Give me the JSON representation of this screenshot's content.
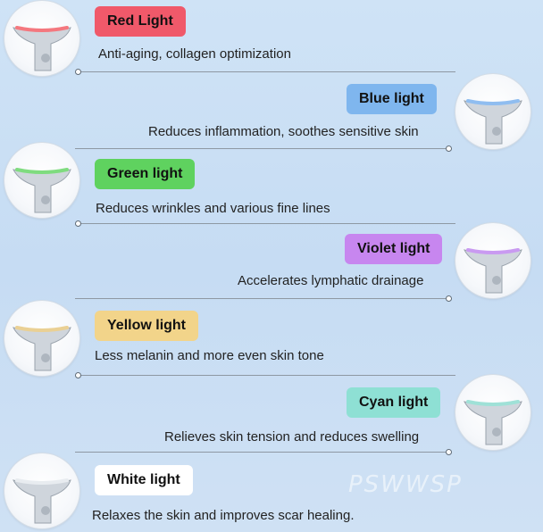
{
  "items": [
    {
      "label": "Red Light",
      "desc": "Anti-aging, collagen optimization",
      "color": "#f0596a",
      "glow": "#f4787f",
      "side": "left"
    },
    {
      "label": "Blue light",
      "desc": "Reduces inflammation, soothes sensitive skin",
      "color": "#7fb6ee",
      "glow": "#8fbdf0",
      "side": "right"
    },
    {
      "label": "Green light",
      "desc": "Reduces wrinkles and various fine lines",
      "color": "#5fd25f",
      "glow": "#7fdc7f",
      "side": "left"
    },
    {
      "label": "Violet light",
      "desc": "Accelerates lymphatic drainage",
      "color": "#c786ef",
      "glow": "#c99af1",
      "side": "right"
    },
    {
      "label": "Yellow light",
      "desc": "Less melanin and more even skin tone",
      "color": "#f2d48a",
      "glow": "#ead094",
      "side": "left"
    },
    {
      "label": "Cyan light",
      "desc": "Relieves skin tension and reduces swelling",
      "color": "#8ee0d4",
      "glow": "#9fe1d7",
      "side": "right"
    },
    {
      "label": "White light",
      "desc": "Relaxes the skin and improves scar healing.",
      "color": "#ffffff",
      "glow": "#e8ecf0",
      "side": "left"
    }
  ],
  "watermark": "PSWWSP"
}
